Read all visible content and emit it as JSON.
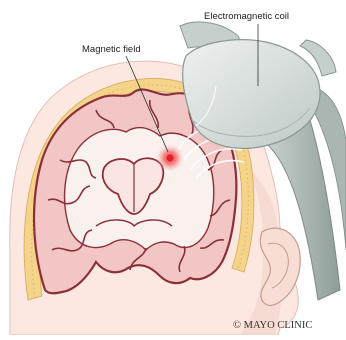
{
  "labels": {
    "coil": "Electromagnetic coil",
    "field": "Magnetic field"
  },
  "credit": "© MAYO CLINIC",
  "colors": {
    "skin": "#fce8e1",
    "skin_shadow": "#e9c2b7",
    "skull": "#f4d38a",
    "skull_dots": "#e6b25a",
    "brain_fill": "#f2c6c4",
    "brain_outline": "#8c2f3a",
    "white_matter": "#f8f1ee",
    "coil": "#d8e0dd",
    "coil_dark": "#9aa8a4",
    "field_spot": "#e01e2a"
  },
  "icons": [
    "electromagnetic-coil",
    "brain-cross-section",
    "ear",
    "magnetic-field-spot"
  ]
}
